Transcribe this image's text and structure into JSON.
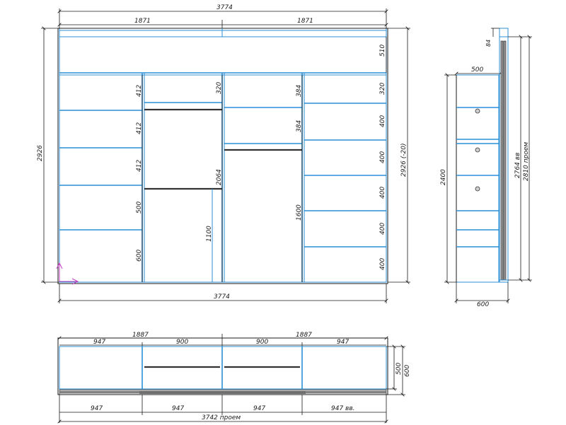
{
  "front_view": {
    "overall_width_top": "3774",
    "overall_width_bottom": "3774",
    "half_width_left": "1871",
    "half_width_right": "1871",
    "height_left": "2926",
    "height_right": "2926 (-20)",
    "mezzanine_height": "510",
    "section1_shelves": [
      "412",
      "412",
      "412",
      "500",
      "600"
    ],
    "section2_shelf": "320",
    "section2_height": "2064",
    "section2_rod_height": "1100",
    "section3_shelves": [
      "384",
      "384"
    ],
    "section3_rod_height": "1600",
    "section4_shelves": [
      "320",
      "400",
      "400",
      "400",
      "400",
      "400"
    ]
  },
  "side_view": {
    "depth": "500",
    "total_depth": "600",
    "interior_height": "2400",
    "top_gap": "84",
    "height_inner": "2764 вв",
    "height_opening": "2810 проем"
  },
  "plan_view": {
    "half_left": "1887",
    "half_right": "1887",
    "sections": [
      "947",
      "900",
      "900",
      "947"
    ],
    "depth_inner": "500",
    "depth_outer": "600",
    "doors": [
      "947",
      "947",
      "947",
      "947 вв."
    ],
    "opening": "3742 проем"
  }
}
